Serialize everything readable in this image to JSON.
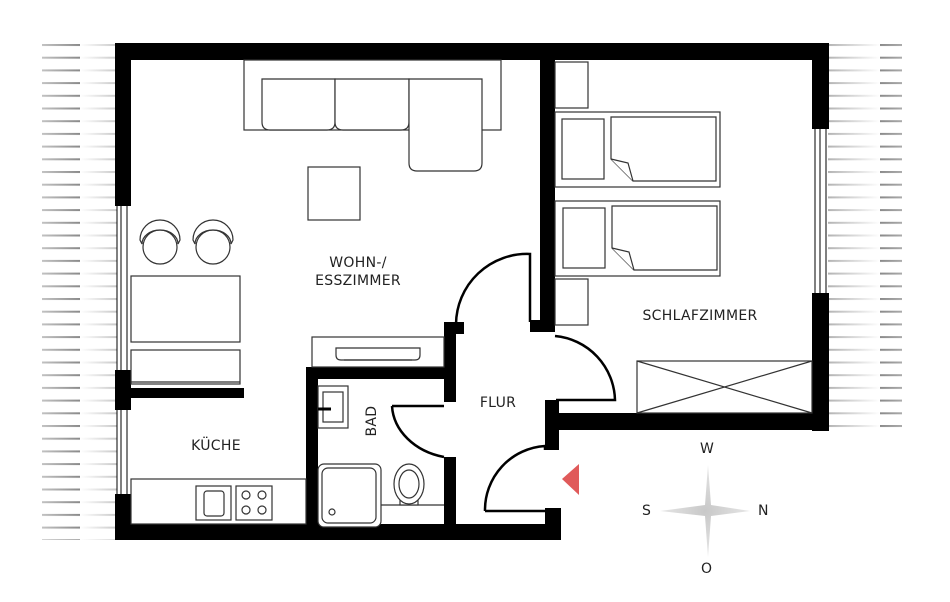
{
  "floorplan": {
    "rooms": {
      "wohnen_line1": "WOHN-/",
      "wohnen_line2": "ESSZIMMER",
      "schlafzimmer": "SCHLAFZIMMER",
      "kueche": "KÜCHE",
      "bad": "BAD",
      "flur": "FLUR"
    },
    "compass": {
      "top": "W",
      "bottom": "O",
      "left": "S",
      "right": "N"
    },
    "entrance_marker_color": "#e05a5a",
    "wall_color": "#000000",
    "hatch_color": "#9a9a9a",
    "compass_color": "#cfcfcf"
  }
}
